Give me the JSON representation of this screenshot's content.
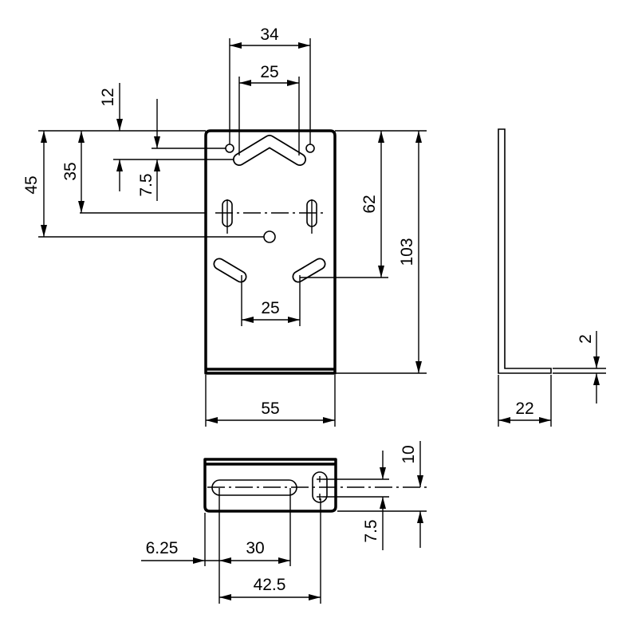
{
  "drawing": {
    "views": [
      "front-view",
      "side-view",
      "bottom-view"
    ],
    "line_color": "#000000",
    "background": "#ffffff"
  },
  "dimensions": {
    "front": {
      "top_hole_spacing": "34",
      "top_slot_spacing": "25",
      "hole_offset": "12",
      "slot_offset": "7.5",
      "middle_slots_offset": "35",
      "center_hole_offset": "45",
      "lower_slot_offset": "62",
      "height": "103",
      "lower_slot_spacing": "25",
      "width": "55"
    },
    "side": {
      "thickness": "2",
      "flange_depth": "22"
    },
    "bottom": {
      "slot_edge_offset": "6.25",
      "slot_length": "30",
      "slot_to_hole": "42.5",
      "hole_spacing": "7.5",
      "centerline_offset": "10"
    }
  }
}
